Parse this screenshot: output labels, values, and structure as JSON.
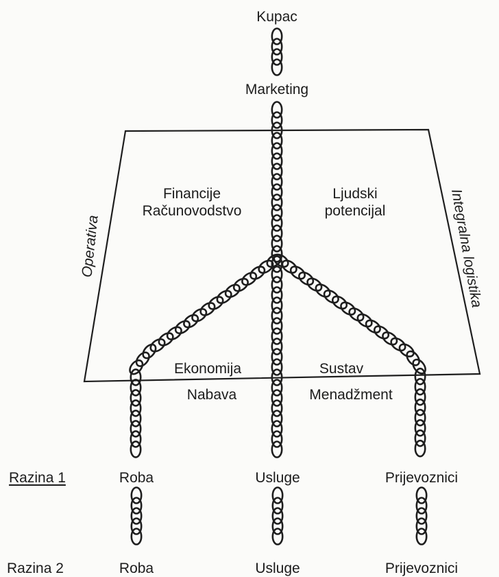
{
  "top": {
    "customer": "Kupac",
    "marketing": "Marketing"
  },
  "quad": {
    "left_side": "Operativa",
    "right_side": "Integralna logistika",
    "upper_left": [
      "Financije",
      "Računovodstvo"
    ],
    "upper_right": [
      "Ljudski",
      "potencijal"
    ],
    "lower_left_inside": "Ekonomija",
    "lower_right_inside": "Sustav",
    "below_left": "Nabava",
    "below_right": "Menadžment"
  },
  "levels": [
    {
      "label": "Razina 1",
      "items": [
        "Roba",
        "Usluge",
        "Prijevoznici"
      ]
    },
    {
      "label": "Razina 2",
      "items": [
        "Roba",
        "Usluge",
        "Prijevoznici"
      ]
    }
  ]
}
